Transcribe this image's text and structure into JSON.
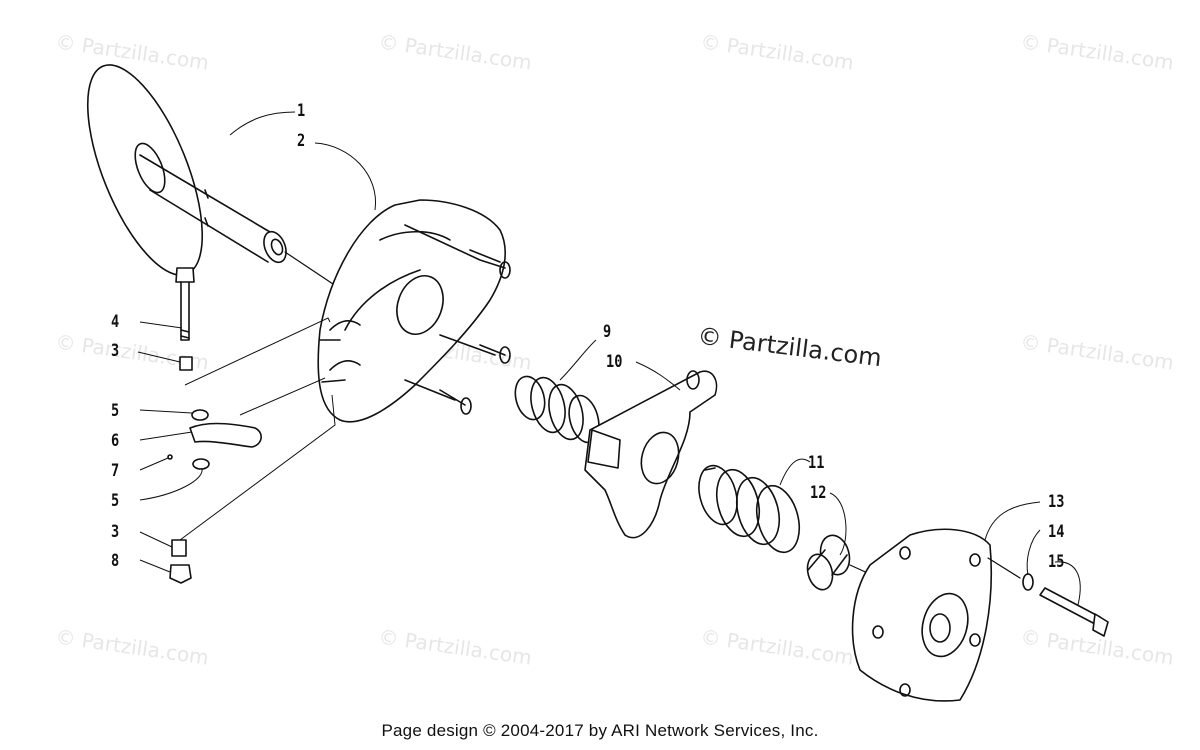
{
  "watermarks": {
    "small_text": "© Partzilla.com",
    "main_text": "© Partzilla.com"
  },
  "callouts": [
    "1",
    "2",
    "3",
    "4",
    "5",
    "6",
    "7",
    "8",
    "9",
    "10",
    "11",
    "12",
    "13",
    "14",
    "15"
  ],
  "callouts_left": {
    "c4": "4",
    "c3a": "3",
    "c5a": "5",
    "c6": "6",
    "c7": "7",
    "c5b": "5",
    "c3b": "3",
    "c8": "8"
  },
  "callouts_right": {
    "c1": "1",
    "c2": "2",
    "c9": "9",
    "c10": "10",
    "c11": "11",
    "c12": "12",
    "c13": "13",
    "c14": "14",
    "c15": "15"
  },
  "footer": "Page design © 2004-2017 by ARI Network Services, Inc."
}
